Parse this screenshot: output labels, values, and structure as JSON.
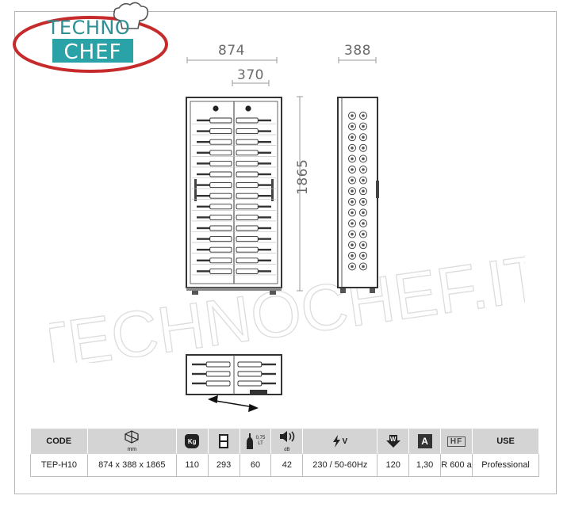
{
  "brand": {
    "line1": "TECHNO",
    "line2": "CHEF",
    "accent_red": "#c62a2a",
    "accent_teal": "#2aa3a8"
  },
  "watermark": "TECHNOCHEF.IT",
  "dimensions": {
    "width_total": "874",
    "inner_width": "370",
    "depth": "388",
    "height": "1865"
  },
  "spec_table": {
    "headers": {
      "code": "CODE",
      "size_icon": "dimensions-icon",
      "size_unit": "mm",
      "weight_icon": "weight-icon",
      "weight_unit": "Kg",
      "volume_icon": "volume-icon",
      "bottle_icon": "bottle-icon",
      "bottle_unit_top": "0,75",
      "bottle_unit_bottom": "LT",
      "noise_icon": "speaker-icon",
      "noise_unit": "dB",
      "voltage_icon": "bolt-icon",
      "voltage_unit": "V",
      "power_icon": "power-arrow-icon",
      "power_unit": "W",
      "current_icon": "ampere-icon",
      "current_unit": "A",
      "gas_label": "HF",
      "use": "USE"
    },
    "values": {
      "code": "TEP-H10",
      "size": "874 x 388 x 1865",
      "weight": "110",
      "volume": "293",
      "bottles": "60",
      "noise": "42",
      "voltage": "230 / 50-60Hz",
      "power": "120",
      "current": "1,30",
      "gas": "R 600 a",
      "use": "Professional"
    }
  }
}
